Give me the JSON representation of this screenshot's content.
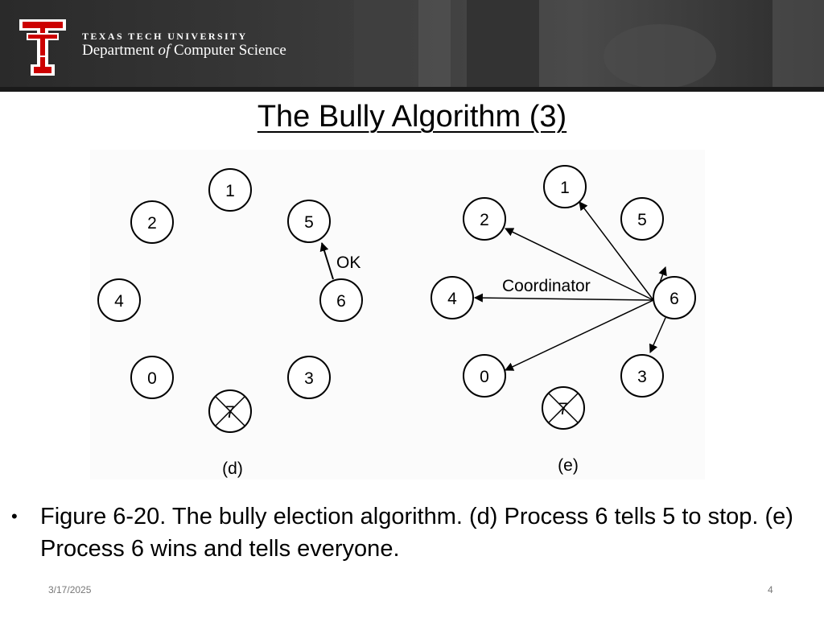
{
  "header": {
    "university": "TEXAS TECH UNIVERSITY",
    "department_pre": "Department ",
    "department_of": "of",
    "department_post": " Computer Science",
    "logo_icon": "double-t-logo-icon",
    "colors": {
      "logo_red": "#cc0000",
      "header_bg": "#1f1f1f"
    }
  },
  "slide": {
    "title": "The Bully Algorithm (3)"
  },
  "figure": {
    "panel_d": {
      "caption": "(d)",
      "nodes": [
        "1",
        "2",
        "5",
        "4",
        "6",
        "0",
        "3",
        "7"
      ],
      "message_label": "OK",
      "crashed_node": "7"
    },
    "panel_e": {
      "caption": "(e)",
      "nodes": [
        "1",
        "2",
        "5",
        "4",
        "6",
        "0",
        "3",
        "7"
      ],
      "message_label": "Coordinator",
      "crashed_node": "7"
    }
  },
  "bullets": [
    "Figure 6-20. The bully election algorithm.  (d) Process 6 tells 5 to stop. (e) Process 6 wins and tells everyone."
  ],
  "footer": {
    "date": "3/17/2025",
    "page": "4"
  }
}
